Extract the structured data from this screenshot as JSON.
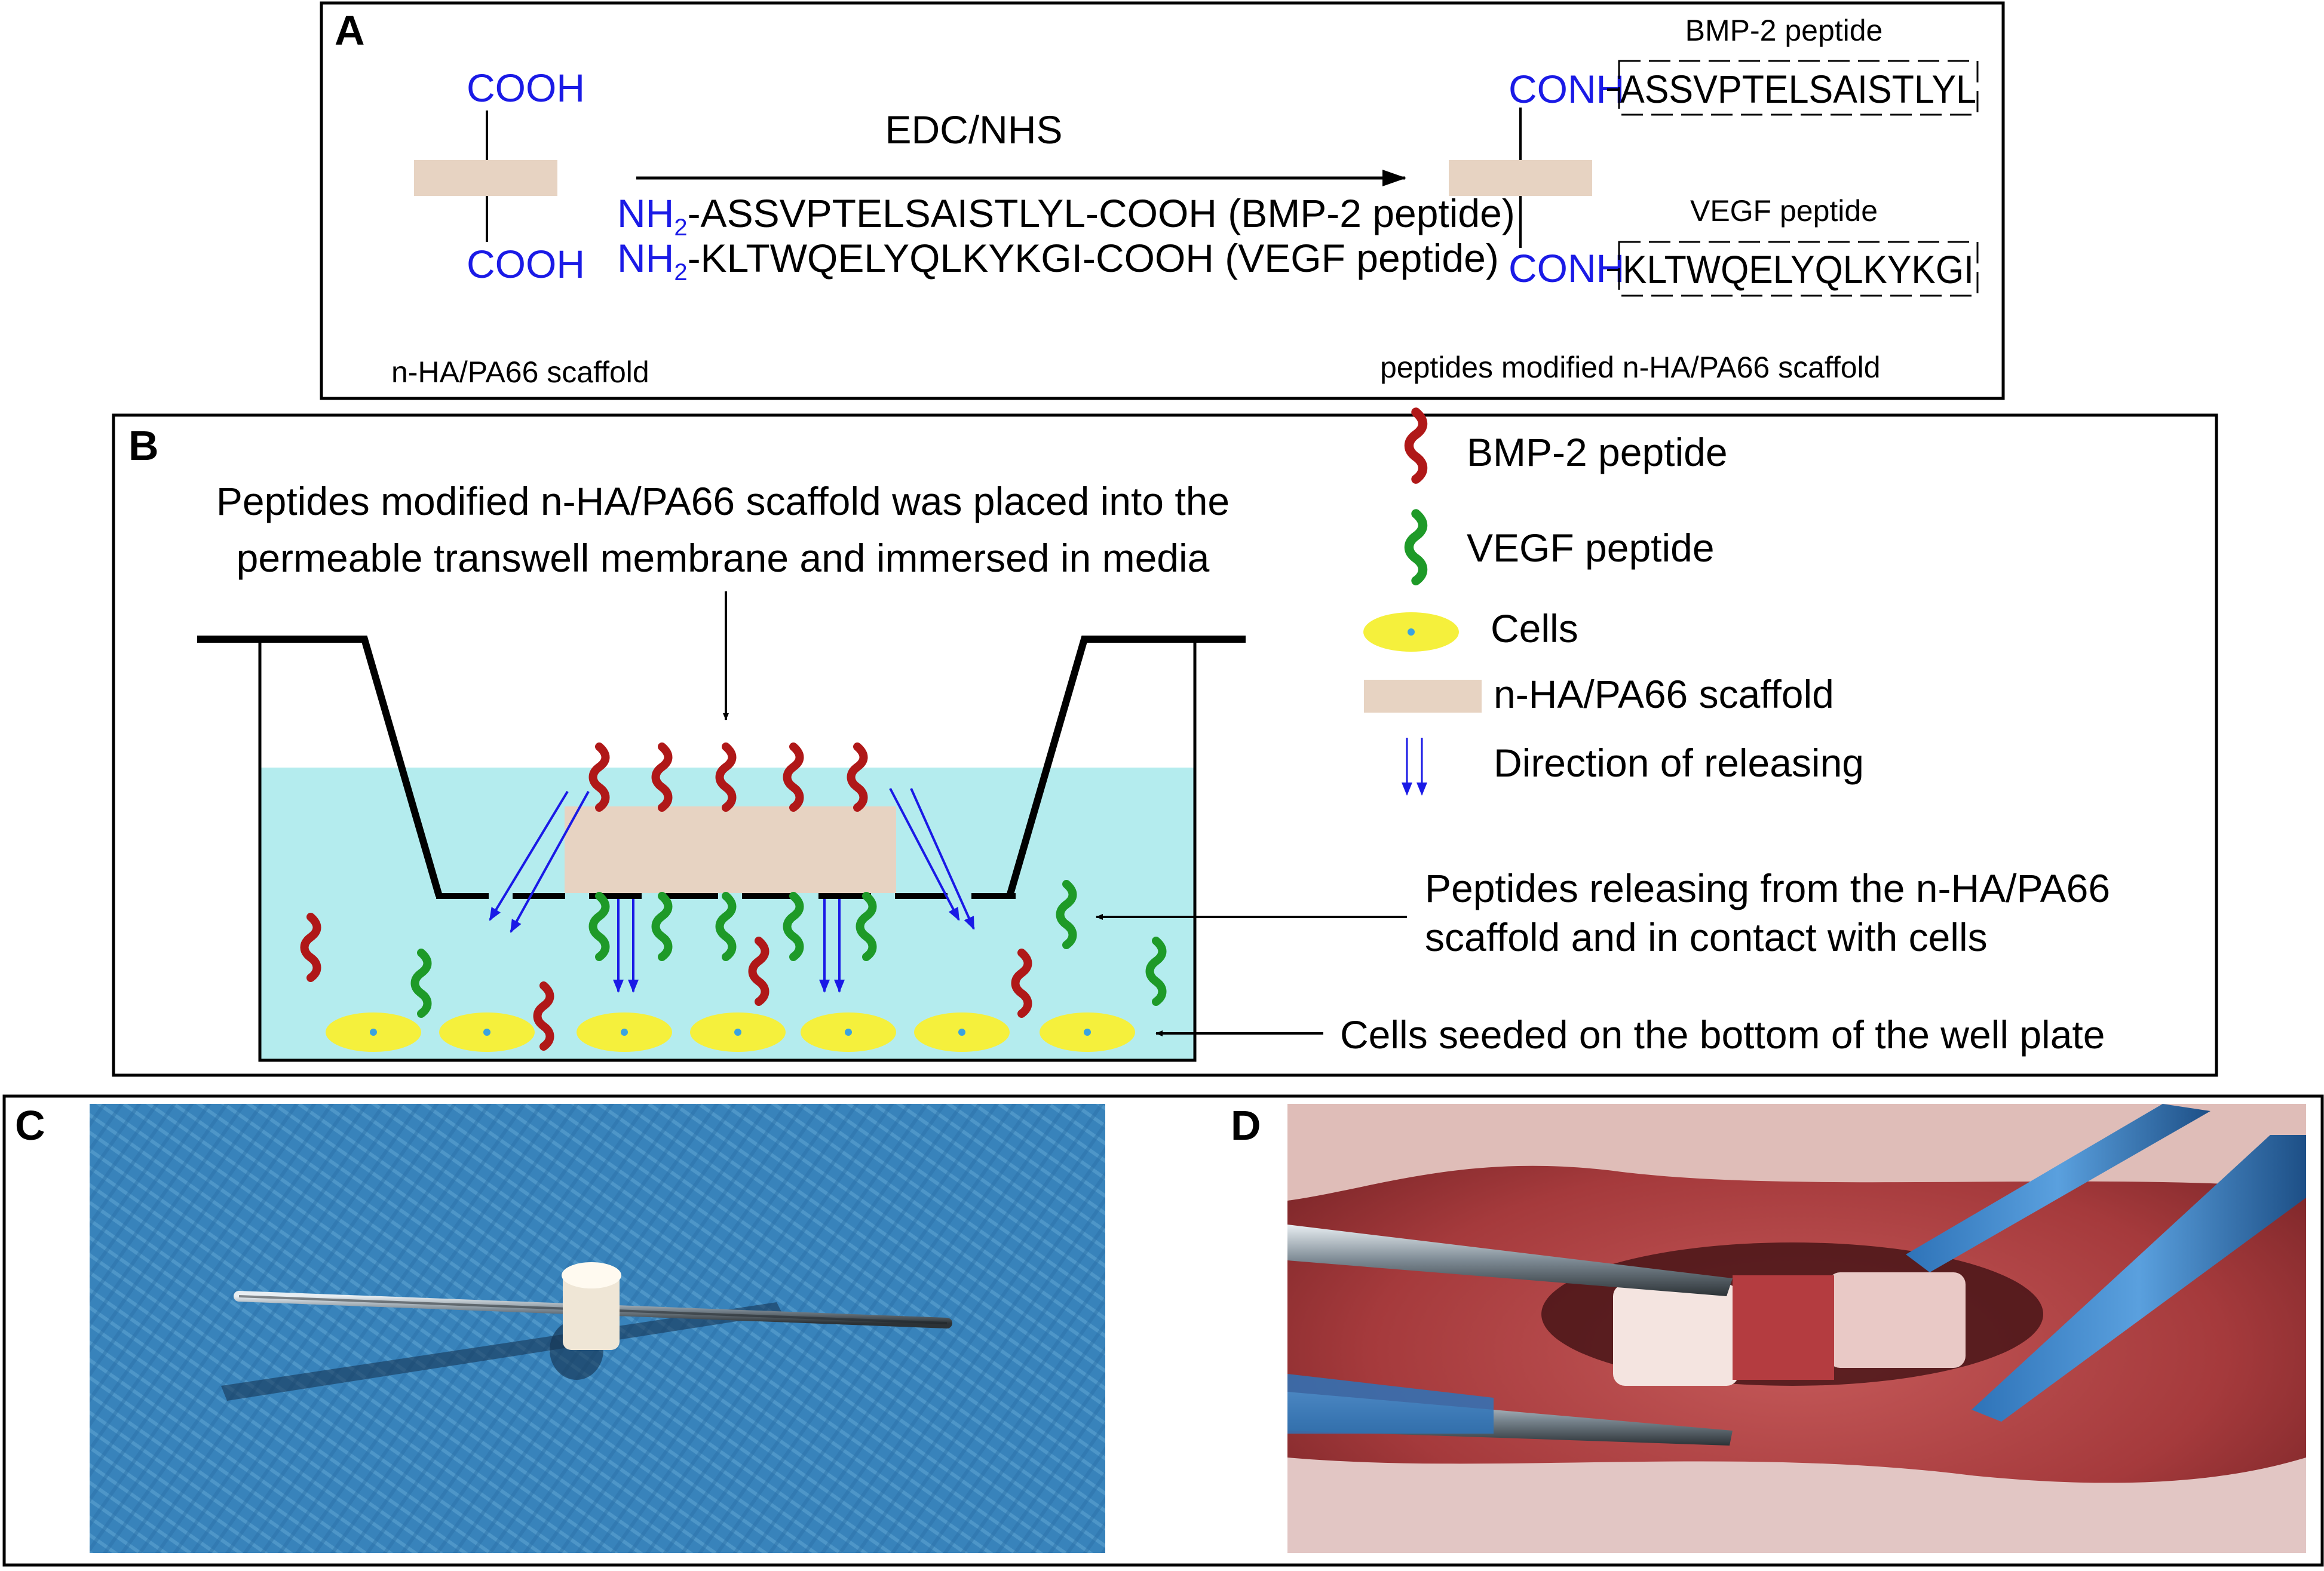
{
  "panel_a": {
    "label": "A",
    "cooh_top": "COOH",
    "cooh_bottom": "COOH",
    "reagent": "EDC/NHS",
    "nh2": "NH",
    "nh2_sub": "2",
    "bmp_reactant": "-ASSVPTELSAISTLYL-COOH (BMP-2 peptide)",
    "vegf_reactant": "-KLTWQELYQLKYKGI-COOH (VEGF peptide)",
    "left_caption": "n-HA/PA66 scaffold",
    "right_caption": "peptides modified  n-HA/PA66 scaffold",
    "bmp_title": "BMP-2 peptide",
    "vegf_title": "VEGF peptide",
    "conh": "CONH",
    "bmp_sequence": "ASSVPTELSAISTLYL",
    "vegf_sequence": "KLTWQELYQLKYKGI"
  },
  "panel_b": {
    "label": "B",
    "title_line1": "Peptides modified n-HA/PA66 scaffold was placed into the",
    "title_line2": "permeable transwell membrane and immersed in media",
    "legend": {
      "bmp": "BMP-2 peptide",
      "vegf": "VEGF peptide",
      "cells": "Cells",
      "scaffold": "n-HA/PA66 scaffold",
      "direction": "Direction of releasing"
    },
    "release_line1": "Peptides releasing from the n-HA/PA66",
    "release_line2": "scaffold and in contact with cells",
    "seeded": "Cells seeded on the bottom of the well plate"
  },
  "panel_c": {
    "label": "C"
  },
  "panel_d": {
    "label": "D"
  },
  "colors": {
    "bmp": "#b01818",
    "vegf": "#1e9a28",
    "scaffold": "#e7d3c2",
    "media": "#b4ecee",
    "cell": "#f5f03c",
    "nucleus": "#3aa3e0",
    "arrow_blue": "#1a1ae6",
    "chem_blue": "#1a1ae6",
    "cloth": "#3f8fc8",
    "tissue": "#b8484a"
  }
}
